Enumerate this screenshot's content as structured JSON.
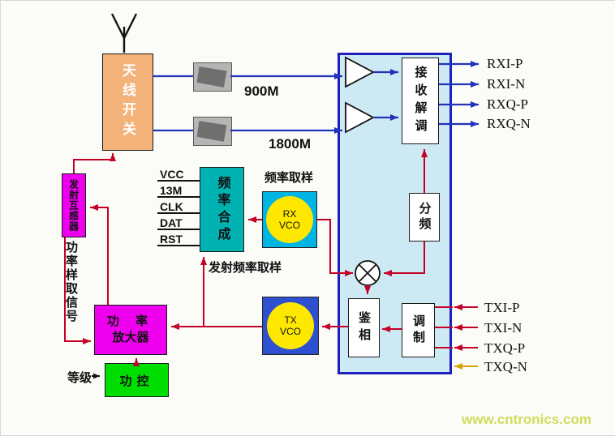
{
  "watermark": "www.cntronics.com",
  "colors": {
    "ic_fill": "#cde9f3",
    "ic_border": "#1f1fbe",
    "antenna_switch_fill": "#f2b279",
    "magenta_fill": "#ee00ee",
    "synth_fill": "#00b2b2",
    "rx_vco_square": "#00b4e4",
    "tx_vco_square": "#2d4fd0",
    "vco_circle": "#ffe800",
    "power_control_fill": "#00dd00",
    "wire_blue": "#2233bb",
    "wire_red": "#c40026",
    "arrow_yellow": "#d9a400",
    "watermark_color": "#cbdc51"
  },
  "antenna_switch": {
    "label": "天线开关"
  },
  "band_labels": {
    "gsm900": "900M",
    "dcs1800": "1800M"
  },
  "coupler": {
    "label": "发射互感器"
  },
  "power_sample_label": "功率样取信号",
  "synthesizer": {
    "label": "频率合成",
    "pins": [
      "VCC",
      "13M",
      "CLK",
      "DAT",
      "RST"
    ]
  },
  "annotations": {
    "freq_sample": "频率取样",
    "tx_freq_sample": "发射频率取样",
    "level": "等级"
  },
  "rx_vco": {
    "label": "RX\nVCO"
  },
  "tx_vco": {
    "label": "TX\nVCO"
  },
  "ic": {
    "rx_demod": "接收解调",
    "divider": "分频",
    "phase_detector": "鉴相",
    "modulator": "调制"
  },
  "pa": {
    "line1": "功 率",
    "line2": "放大器"
  },
  "power_control": {
    "label": "功控"
  },
  "rx_outputs": [
    "RXI-P",
    "RXI-N",
    "RXQ-P",
    "RXQ-N"
  ],
  "tx_inputs": [
    "TXI-P",
    "TXI-N",
    "TXQ-P",
    "TXQ-N"
  ]
}
